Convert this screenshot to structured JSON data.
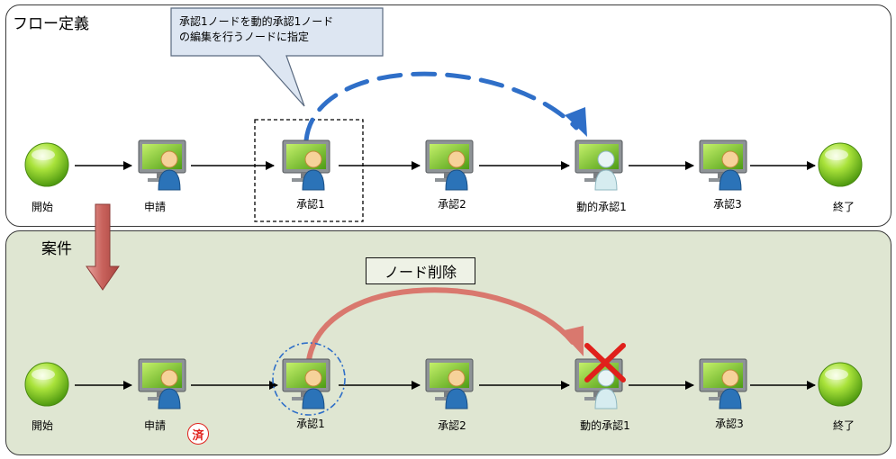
{
  "top_panel": {
    "title": "フロー定義",
    "callout": [
      "承認1ノードを動的承認1ノード",
      "の編集を行うノードに指定"
    ],
    "nodes": {
      "start": "開始",
      "apply": "申請",
      "approve1": "承認1",
      "approve2": "承認2",
      "dyn_approve1": "動的承認1",
      "approve3": "承認3",
      "end": "終了"
    }
  },
  "bottom_panel": {
    "title": "案件",
    "delete_label": "ノード削除",
    "done_badge": "済",
    "nodes": {
      "start": "開始",
      "apply": "申請",
      "approve1": "承認1",
      "approve2": "承認2",
      "dyn_approve1": "動的承認1",
      "approve3": "承認3",
      "end": "終了"
    }
  },
  "colors": {
    "dashed_arrow": "#2f6fc8",
    "delete_arrow": "#d9786e",
    "delete_x": "#e0201b",
    "down_arrow": "#c8625c",
    "bottom_bg": "#dfe6d2",
    "node_green": "#8fd12a"
  }
}
